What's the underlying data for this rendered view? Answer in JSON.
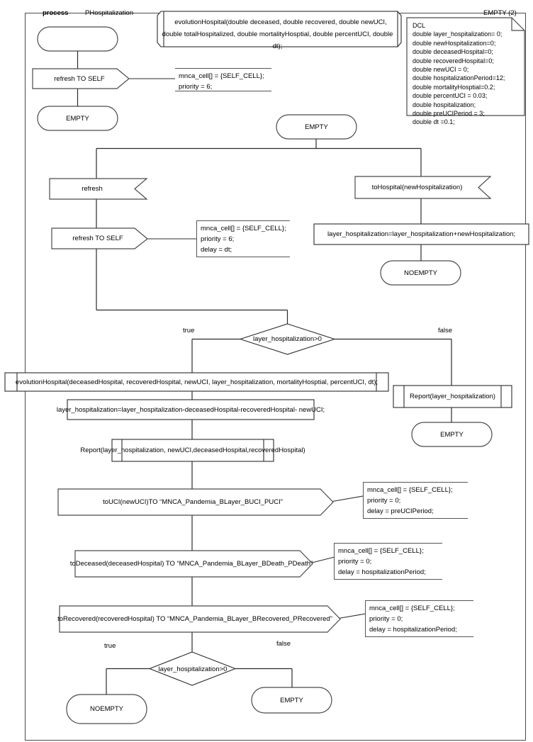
{
  "diagram": {
    "type": "SDL process diagram",
    "header": {
      "keyword": "process",
      "name": "PHospitalization"
    },
    "empty_ref_label": "EMPTY (2)",
    "procedure_header": {
      "line1": "evolutionHospital(double deceased, double recovered, double newUCI,",
      "line2": "double totalHospitalized, double mortalityHosptial, double percentUCI, double dt);"
    },
    "dcl_note": {
      "title": "DCL",
      "lines": [
        "double layer_hospitalization= 0;",
        "double newHospitalization=0;",
        "double deceasedHospital=0;",
        "double recoveredHospital=0;",
        "double newUCI = 0;",
        "double hospitalizationPeriod=12;",
        "double mortalityHosptial=0.2;",
        "double percentUCI = 0.03;",
        "double hospitalization;",
        "double preUCIPeriod = 3;",
        "double dt =0.1;"
      ]
    },
    "nodes": {
      "start_state": "",
      "refresh_to_self_top": "refresh TO SELF",
      "empty_top": "EMPTY",
      "empty_mid": "EMPTY",
      "refresh_input": "refresh",
      "refresh_to_self_mid": "refresh TO SELF",
      "tohospital_input": "toHospital(newHospitalization)",
      "task_add": "layer_hospitalization=layer_hospitalization+newHospitalization;",
      "noempty_right": "NOEMPTY",
      "decision_top": "layer_hospitalization>0",
      "call_evolution": "evolutionHospital(deceasedHospital, recoveredHospital, newUCI, layer_hospitalization, mortalityHosptial, percentUCI, dt);",
      "task_subtract": "layer_hospitalization=layer_hospitalization-deceasedHospital-recoveredHospital- newUCI;",
      "call_report_full": "Report(layer_hospitalization, newUCI,deceasedHospital,recoveredHospital)",
      "call_report_false": "Report(layer_hospitalization)",
      "empty_false": "EMPTY",
      "out_uci": "toUCI(newUCI)TO “MNCA_Pandemia_BLayer_BUCI_PUCI”",
      "out_deceased": "toDeceased(deceasedHospital) TO “MNCA_Pandemia_BLayer_BDeath_PDeath”",
      "out_recovered": "toRecovered(recoveredHospital) TO “MNCA_Pandemia_BLayer_BRecovered_PRecovered”",
      "decision_bottom": "layer_hospitalization>0",
      "noempty_bottom": "NOEMPTY",
      "empty_bottom": "EMPTY"
    },
    "branch_labels": {
      "true_top": "true",
      "false_top": "false",
      "true_bottom": "true",
      "false_bottom": "false"
    },
    "condition_notes": {
      "top": [
        "mnca_cell[] = {SELF_CELL};",
        "priority = 6;"
      ],
      "mid": [
        "mnca_cell[] = {SELF_CELL};",
        "priority = 6;",
        "delay = dt;"
      ],
      "uci": [
        "mnca_cell[] = {SELF_CELL};",
        "priority = 0;",
        "delay = preUCIPeriod;"
      ],
      "deceased": [
        "mnca_cell[] = {SELF_CELL};",
        "priority = 0;",
        "delay = hospitalizationPeriod;"
      ],
      "recovered": [
        "mnca_cell[] = {SELF_CELL};",
        "priority = 0;",
        "delay = hospitalizationPeriod;"
      ]
    },
    "colors": {
      "stroke_dark": "#4a4a4a",
      "stroke_black": "#000000",
      "background": "#ffffff"
    }
  }
}
